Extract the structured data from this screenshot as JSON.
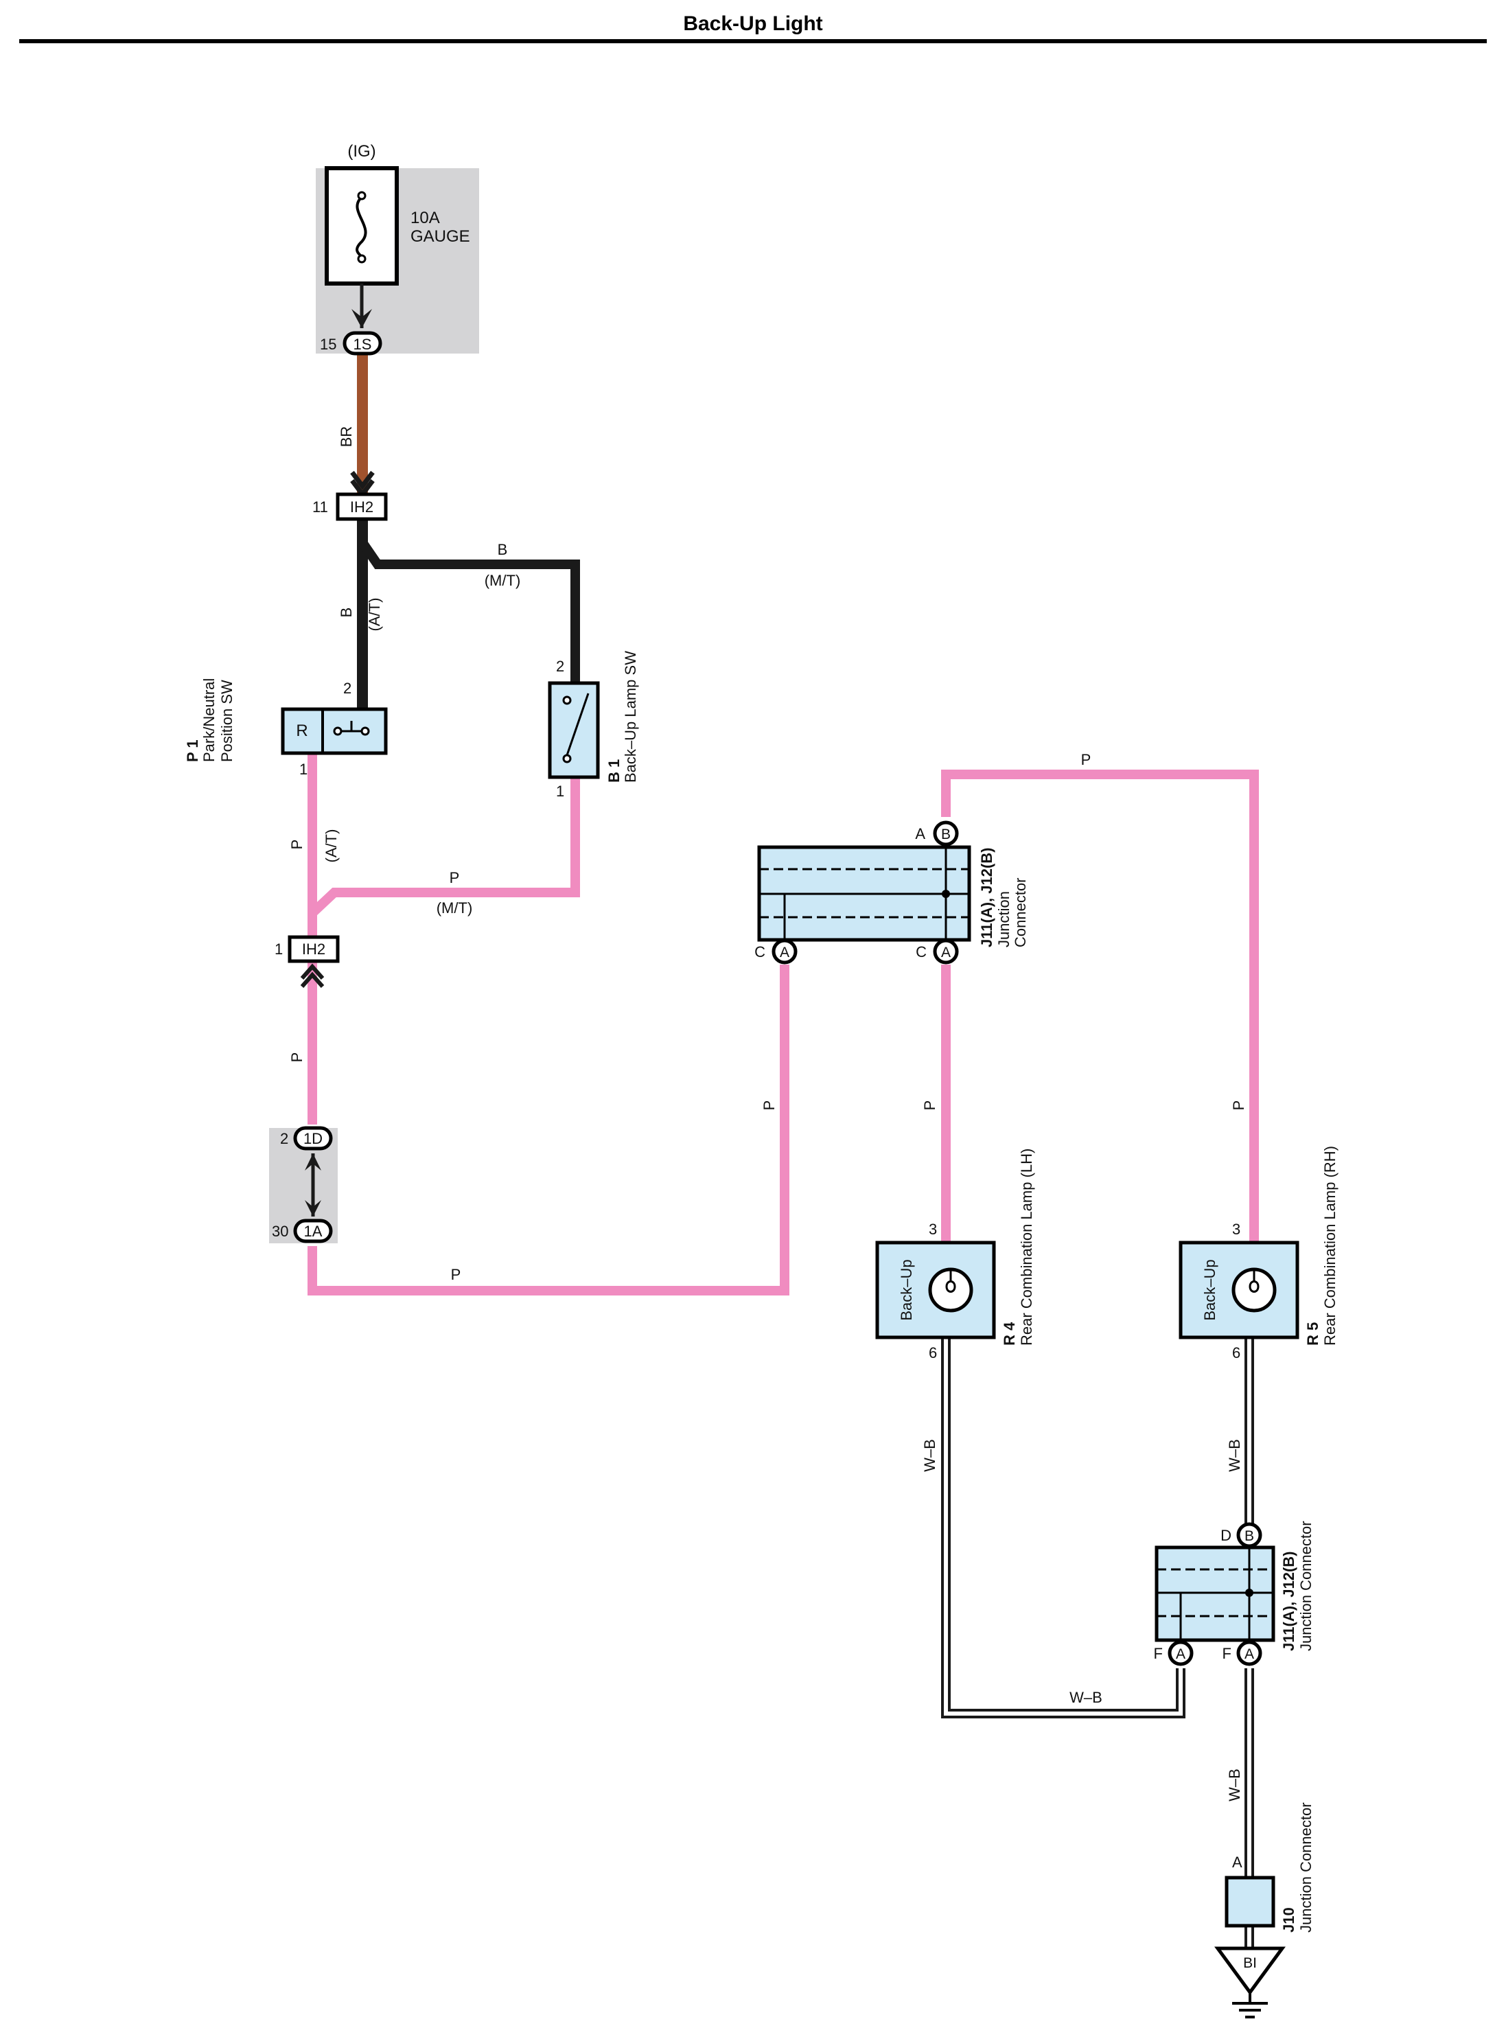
{
  "title": "Back-Up Light",
  "colors": {
    "wire_br": "#a0522d",
    "wire_b": "#1a1a1a",
    "wire_p": "#f08cc0",
    "wire_wb_outer": "#1a1a1a",
    "wire_wb_inner": "#ffffff",
    "component_fill": "#cce8f6",
    "shade": "#d4d4d6"
  },
  "power": {
    "circuit": "(IG)",
    "fuse_rating": "10A",
    "fuse_name": "GAUGE"
  },
  "connectors": {
    "fuse_out": {
      "pin": "15",
      "id": "1S"
    },
    "ih2_top": {
      "pin": "11",
      "id": "IH2"
    },
    "ih2_bottom": {
      "pin": "1",
      "id": "IH2"
    },
    "j1d": {
      "pin": "2",
      "id": "1D"
    },
    "j1a": {
      "pin": "30",
      "id": "1A"
    }
  },
  "wires": {
    "br": "BR",
    "b": "B",
    "p": "P",
    "wb": "W–B",
    "at": "(A/T)",
    "mt": "(M/T)"
  },
  "components": {
    "p1": {
      "code": "P 1",
      "name_line1": "Park/Neutral",
      "name_line2": "Position SW",
      "label_r": "R",
      "pin_top": "2",
      "pin_bottom": "1"
    },
    "b1": {
      "code": "B 1",
      "name": "Back–Up Lamp SW",
      "pin_top": "2",
      "pin_bottom": "1"
    },
    "junction_upper": {
      "code": "J11(A), J12(B)",
      "name_line1": "Junction",
      "name_line2": "Connector",
      "pin_top_letter": "A",
      "pin_top_circle": "B",
      "pin_left_letter": "C",
      "pin_left_circle": "A",
      "pin_right_letter": "C",
      "pin_right_circle": "A"
    },
    "r4": {
      "code": "R 4",
      "name": "Rear Combination Lamp (LH)",
      "lamp_label": "Back–Up",
      "pin_top": "3",
      "pin_bottom": "6"
    },
    "r5": {
      "code": "R 5",
      "name": "Rear Combination Lamp (RH)",
      "lamp_label": "Back–Up",
      "pin_top": "3",
      "pin_bottom": "6"
    },
    "junction_lower": {
      "code": "J11(A), J12(B)",
      "name": "Junction Connector",
      "pin_top_letter": "D",
      "pin_top_circle": "B",
      "pin_left_letter": "F",
      "pin_left_circle": "A",
      "pin_right_letter": "F",
      "pin_right_circle": "A"
    },
    "j10": {
      "code": "J10",
      "name": "Junction Connector",
      "pin": "A"
    },
    "ground": {
      "label": "BI"
    }
  }
}
